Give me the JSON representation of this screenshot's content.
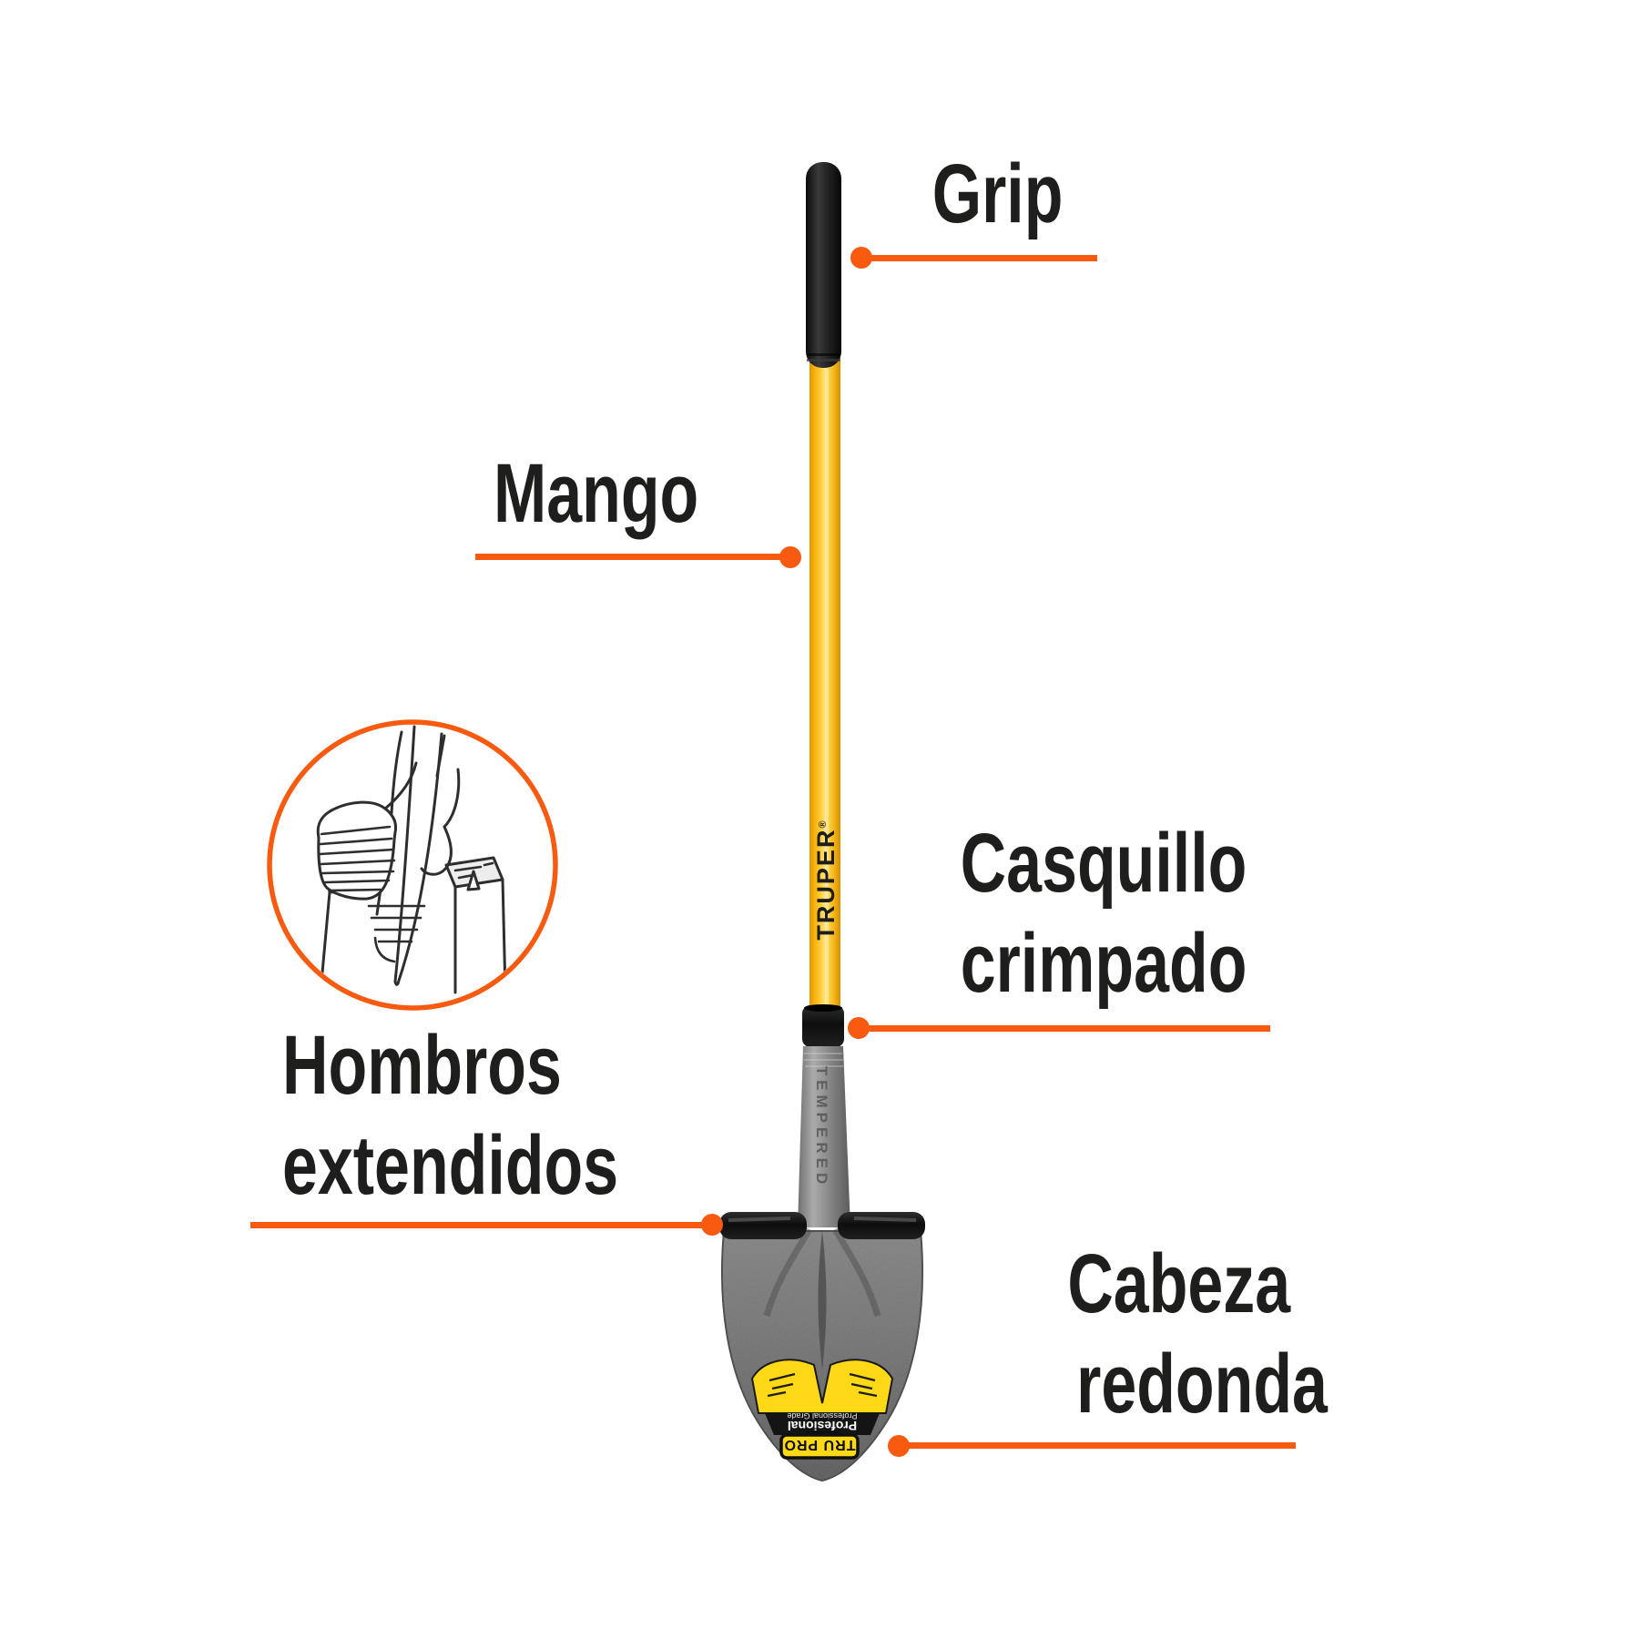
{
  "diagram": {
    "accent_color": "#F85A10",
    "text_color": "#1E1E1C",
    "labels": {
      "grip": {
        "text": "Grip"
      },
      "mango": {
        "text": "Mango"
      },
      "casquillo": {
        "line1": "Casquillo",
        "line2": "crimpado"
      },
      "hombros": {
        "line1": "Hombros",
        "line2": "extendidos"
      },
      "cabeza": {
        "line1": "Cabeza",
        "line2": "redonda"
      }
    }
  },
  "shovel": {
    "shaft_brand": "TRUPER",
    "shaft_brand_reg": "®",
    "socket_stamp": "TEMPERED",
    "blade_label": {
      "product": "TRU PRO",
      "grade_primary": "Profesional",
      "grade_secondary": "Professional Grade"
    },
    "colors": {
      "handle_yellow": "#FFC425",
      "grip_black": "#1C1C1C",
      "blade_gray": "#6E6E6E",
      "label_yellow": "#FFD915"
    }
  }
}
